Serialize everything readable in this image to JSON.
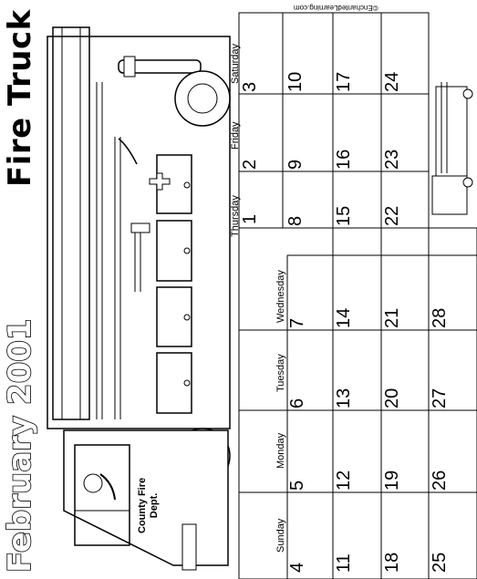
{
  "title": {
    "truck": "Fire Truck",
    "month": "February 2001"
  },
  "credit": "©EnchantedLearning.com",
  "truck_label": {
    "line1": "County Fire",
    "line2": "Dept."
  },
  "days": [
    "Sunday",
    "Monday",
    "Tuesday",
    "Wednesday",
    "Thursday",
    "Friday",
    "Saturday"
  ],
  "dates": {
    "week1": [
      "1",
      "2",
      "3"
    ],
    "week2": [
      "4",
      "5",
      "6",
      "7",
      "8",
      "9",
      "10"
    ],
    "week3": [
      "11",
      "12",
      "13",
      "14",
      "15",
      "16",
      "17"
    ],
    "week4": [
      "18",
      "19",
      "20",
      "21",
      "22",
      "23",
      "24"
    ],
    "week5": [
      "25",
      "26",
      "27",
      "28"
    ]
  },
  "icons": {
    "ladder": "ladder-icon",
    "hose": "hose-icon",
    "axe": "axe-icon",
    "small_truck": "small-fire-truck-icon"
  }
}
